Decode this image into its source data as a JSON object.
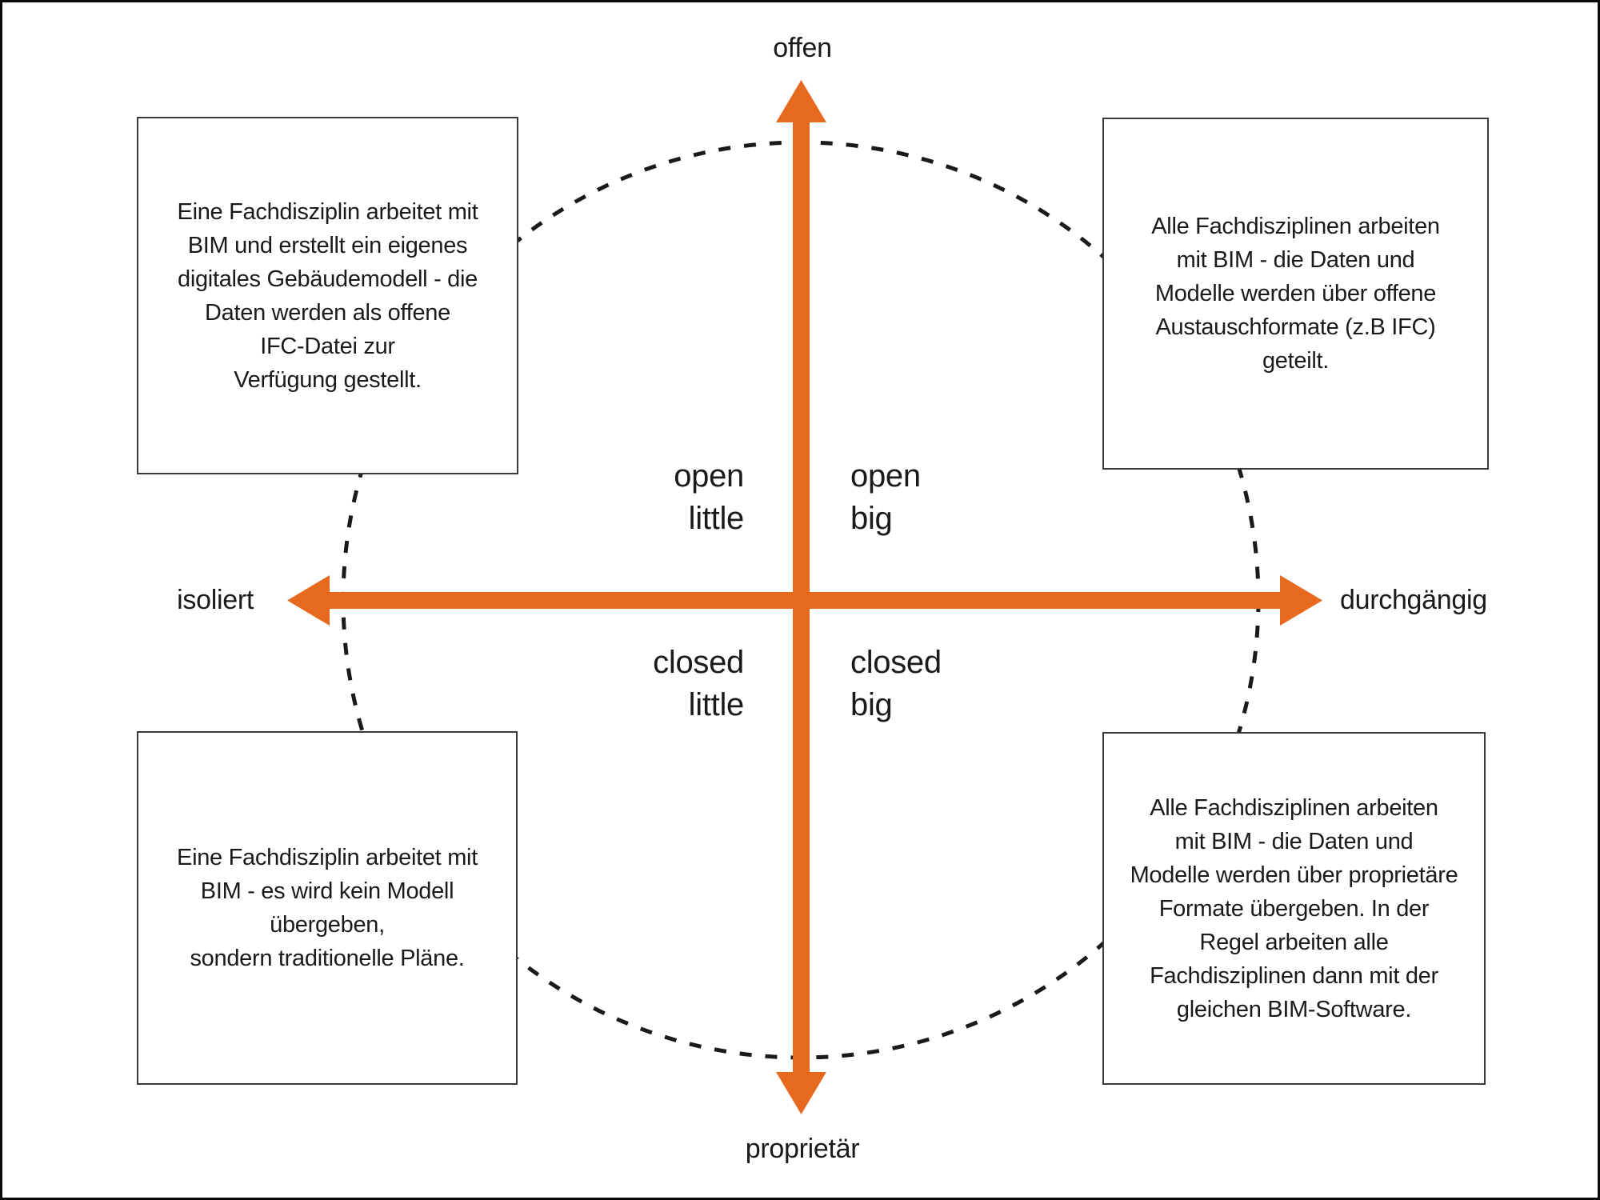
{
  "colors": {
    "accent_orange": "#E6691E",
    "ink": "#1A1A1A"
  },
  "axes": {
    "top": "offen",
    "bottom": "proprietär",
    "left": "isoliert",
    "right": "durchgängig"
  },
  "quadrants": {
    "top_left": "open\nlittle",
    "top_right": "open\nbig",
    "bottom_left": "closed\nlittle",
    "bottom_right": "closed\nbig"
  },
  "boxes": {
    "top_left": "Eine Fachdisziplin arbeitet mit\nBIM und erstellt ein eigenes\ndigitales Gebäudemodell - die\nDaten werden als offene\nIFC-Datei zur\nVerfügung gestellt.",
    "top_right": "Alle Fachdisziplinen arbeiten\nmit BIM - die Daten und\nModelle werden über offene\nAustauschformate (z.B IFC)\ngeteilt.",
    "bottom_left": "Eine Fachdisziplin arbeitet mit\nBIM - es wird kein Modell\nübergeben,\nsondern traditionelle Pläne.",
    "bottom_right": "Alle Fachdisziplinen arbeiten\nmit BIM - die Daten und\nModelle werden über proprietäre\nFormate übergeben. In der\nRegel arbeiten alle\nFachdisziplinen dann mit der\ngleichen BIM-Software."
  }
}
